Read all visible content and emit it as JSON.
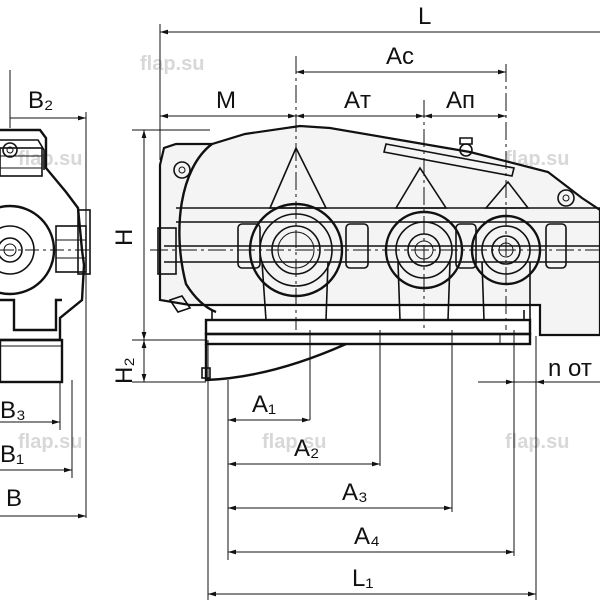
{
  "labels": {
    "L": "L",
    "Ac": "Aс",
    "M": "M",
    "At": "Aт",
    "Ap": "Aп",
    "B2": "B₂",
    "H": "H",
    "H2": "H₂",
    "n_ot": "n от",
    "B3": "B₃",
    "B1": "B₁",
    "B": "B",
    "A1": "A₁",
    "A2": "A₂",
    "A3": "A₃",
    "A4": "A₄",
    "L1": "L₁"
  },
  "watermark": "flap.su"
}
